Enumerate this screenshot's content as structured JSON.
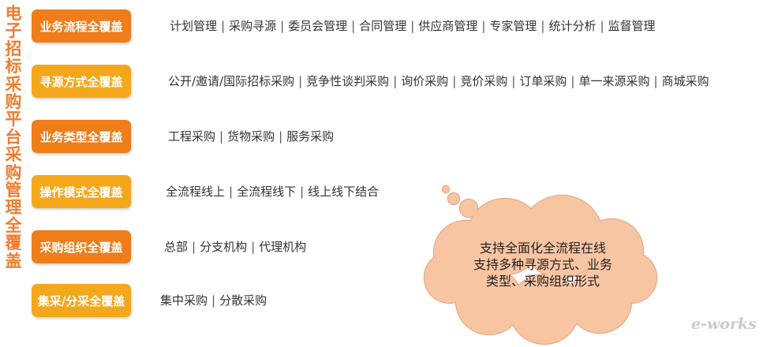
{
  "title_chars": [
    "电",
    "子",
    "招",
    "标",
    "采",
    "购",
    "平",
    "台",
    "采",
    "购",
    "管",
    "理",
    "全",
    "覆",
    "盖"
  ],
  "colors": {
    "title": "#ee7d2f",
    "badge_dark": "#ee7d1a",
    "badge_light": "#f5a71c",
    "cloud_fill": "#f8c5a3",
    "cloud_stroke": "#e8a883"
  },
  "rows": [
    {
      "label": "业务流程全覆盖",
      "color": "#ee7d1a",
      "items": [
        "计划管理",
        "采购寻源",
        "委员会管理",
        "合同管理",
        "供应商管理",
        "专家管理",
        "统计分析",
        "监督管理"
      ]
    },
    {
      "label": "寻源方式全覆盖",
      "color": "#f5a71c",
      "items": [
        "公开/邀请/国际招标采购",
        "竞争性谈判采购",
        "询价采购",
        "竞价采购",
        "订单采购",
        "单一来源采购",
        "商城采购"
      ]
    },
    {
      "label": "业务类型全覆盖",
      "color": "#ee7d1a",
      "items": [
        "工程采购",
        "货物采购",
        "服务采购"
      ]
    },
    {
      "label": "操作模式全覆盖",
      "color": "#f5a71c",
      "items": [
        "全流程线上",
        "全流程线下",
        "线上线下结合"
      ]
    },
    {
      "label": "采购组织全覆盖",
      "color": "#ee7d1a",
      "items": [
        "总部",
        "分支机构",
        "代理机构"
      ]
    },
    {
      "label": "集采/分采全覆盖",
      "color": "#f5a71c",
      "items": [
        "集中采购",
        "分散采购"
      ]
    }
  ],
  "cloud": {
    "lines": [
      "支持全面化全流程在线",
      "支持多种寻源方式、业务",
      "类型、采购组织形式"
    ]
  },
  "logo": "e-works"
}
